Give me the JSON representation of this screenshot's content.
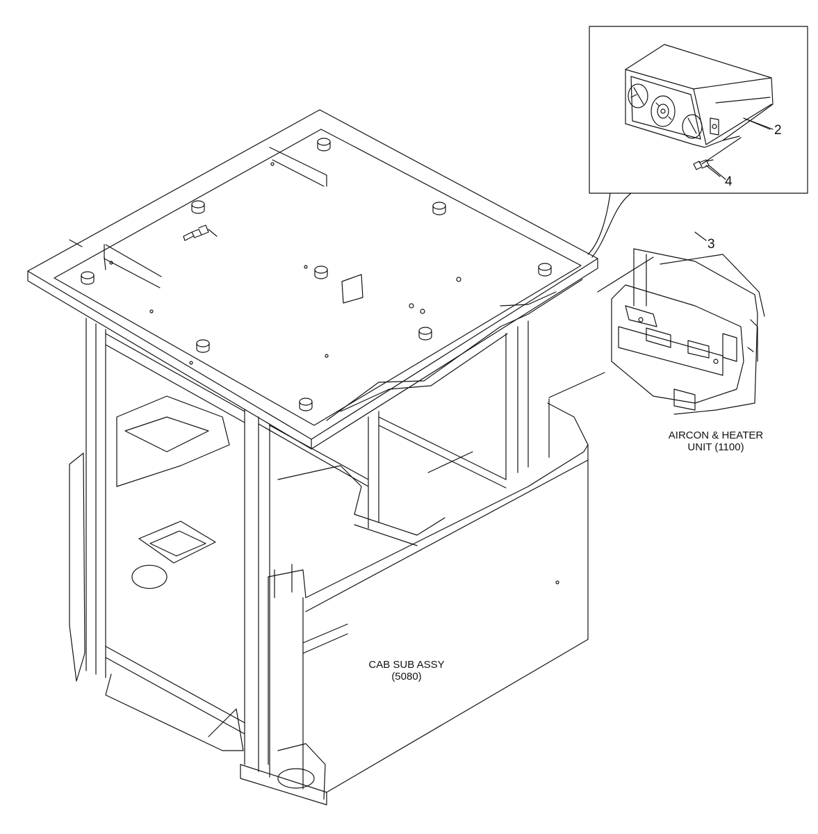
{
  "callouts": {
    "c2": "2",
    "c3": "3",
    "c4": "4"
  },
  "labels": {
    "aircon_line1": "AIRCON & HEATER",
    "aircon_line2": "UNIT (1100)",
    "cab_line1": "CAB SUB ASSY",
    "cab_line2": "(5080)"
  },
  "colors": {
    "ink": "#111111",
    "paper": "#ffffff"
  }
}
